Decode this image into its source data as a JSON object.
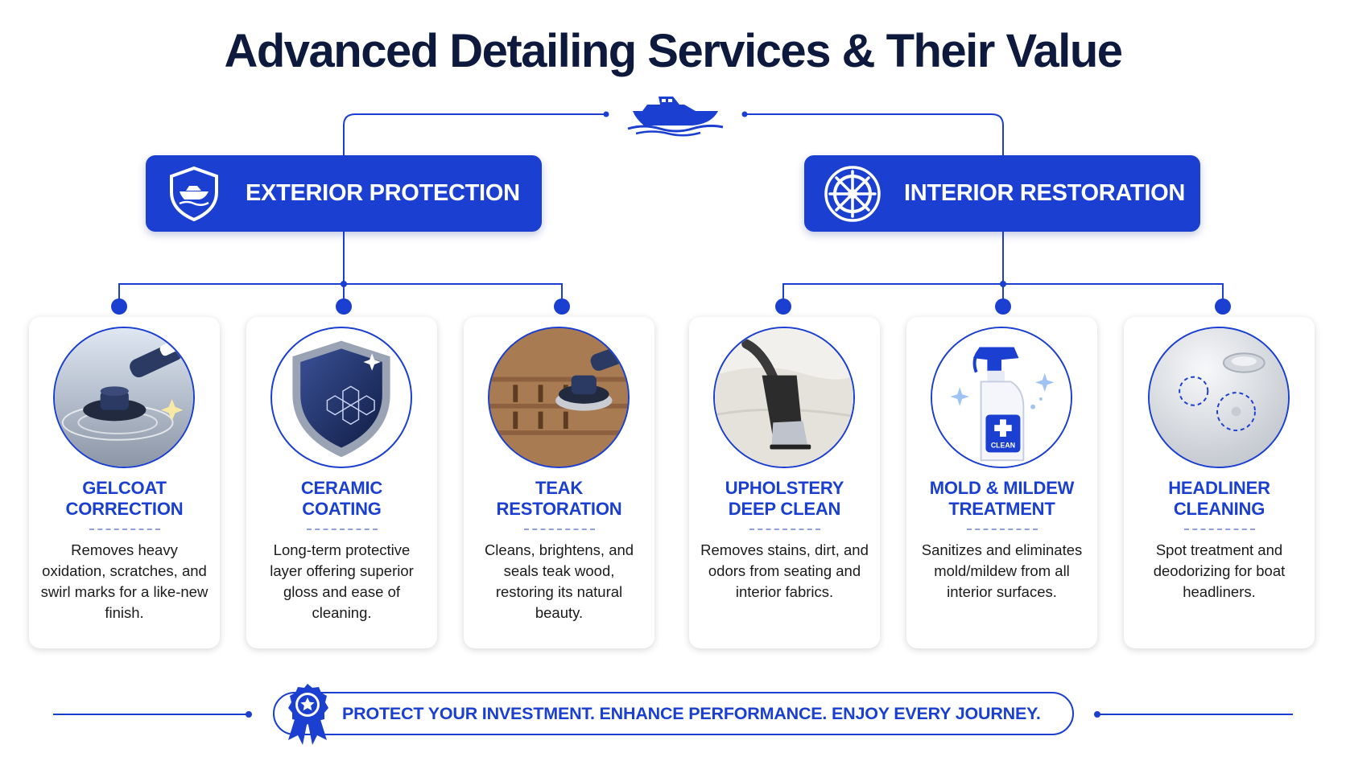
{
  "title": "Advanced Detailing Services & Their Value",
  "colors": {
    "brand_blue": "#1a3fd1",
    "title_navy": "#0e1a3d"
  },
  "categories": [
    {
      "label": "EXTERIOR PROTECTION",
      "icon": "shield-boat-icon"
    },
    {
      "label": "INTERIOR RESTORATION",
      "icon": "ship-wheel-icon"
    }
  ],
  "services": [
    {
      "title": "GELCOAT\nCORRECTION",
      "description": "Removes heavy oxidation, scratches, and swirl marks for a like-new finish.",
      "icon": "polisher-icon"
    },
    {
      "title": "CERAMIC\nCOATING",
      "description": "Long-term protective layer offering superior gloss and ease of cleaning.",
      "icon": "coating-shield-icon"
    },
    {
      "title": "TEAK\nRESTORATION",
      "description": "Cleans, brightens, and seals teak wood, restoring its natural beauty.",
      "icon": "teak-sander-icon"
    },
    {
      "title": "UPHOLSTERY\nDEEP CLEAN",
      "description": "Removes stains, dirt, and odors from seating and interior fabrics.",
      "icon": "extractor-icon"
    },
    {
      "title": "MOLD & MILDEW\nTREATMENT",
      "description": "Sanitizes and eliminates mold/mildew from all interior surfaces.",
      "icon": "spray-bottle-icon",
      "bottle_label": "CLEAN"
    },
    {
      "title": "HEADLINER\nCLEANING",
      "description": "Spot treatment and deodorizing for boat headliners.",
      "icon": "headliner-icon"
    }
  ],
  "footer": {
    "tagline": "PROTECT YOUR INVESTMENT. ENHANCE PERFORMANCE. ENJOY EVERY JOURNEY.",
    "icon": "award-ribbon-icon"
  }
}
